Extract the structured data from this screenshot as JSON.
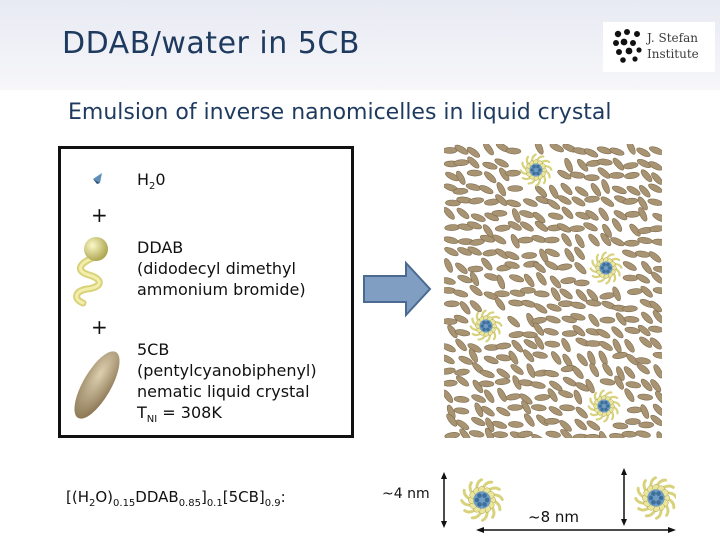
{
  "header": {
    "title": "DDAB/water in 5CB",
    "institute_line1": "J. Stefan",
    "institute_line2": "Institute"
  },
  "subtitle": "Emulsion of inverse nanomicelles in liquid crystal",
  "legend": {
    "water_main": "H",
    "water_sub": "2",
    "water_end": "0",
    "plus": "+",
    "ddab_line1": "DDAB",
    "ddab_line2": "(didodecyl dimethyl",
    "ddab_line3": "ammonium bromide)",
    "cb_line1": "5CB",
    "cb_line2": "(pentylcyanobiphenyl)",
    "cb_line3": "nematic liquid crystal",
    "tni_T": "T",
    "tni_sub": "NI",
    "tni_val": " = 308K"
  },
  "formula": {
    "p1": "[(H",
    "s1": "2",
    "p2": "O)",
    "s2": "0.15",
    "p3": "DDAB",
    "s3": "0.85",
    "p4": "]",
    "s4": "0.1",
    "p5": "[5CB]",
    "s5": "0.9",
    "p6": ":"
  },
  "sizes": {
    "small": "~4 nm",
    "large": "~8 nm"
  },
  "colors": {
    "title": "#1f3a5f",
    "rod": "#a89472",
    "water": "#5f8fb8",
    "surfactant": "#e6e08e",
    "arrow": "#7f9ec2"
  }
}
